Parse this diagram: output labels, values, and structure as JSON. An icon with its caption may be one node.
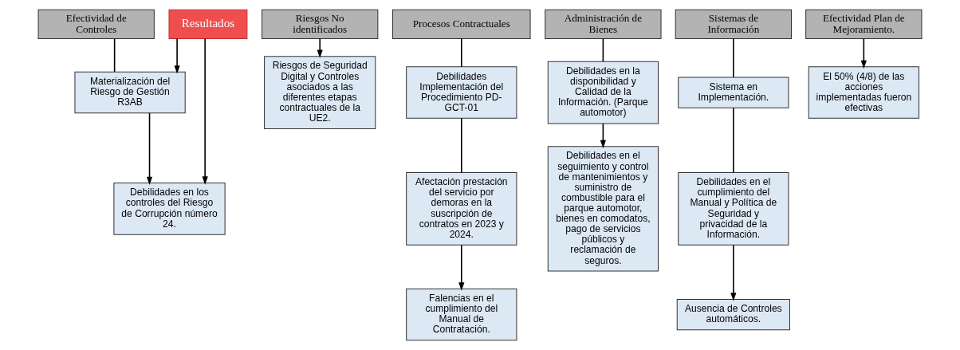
{
  "diagram": {
    "nodes": [
      {
        "text": [
          "Resultados"
        ]
      },
      {
        "text": [
          "Efectividad de Controles"
        ]
      },
      {
        "text": [
          "Materialización del Riesgo de Gestión R3AB"
        ]
      },
      {
        "text": [
          "Debilidades en los controles del Riesgo de Corrupción número 24."
        ]
      },
      {
        "text": [
          "Riesgos No identificados"
        ]
      },
      {
        "text": [
          "Riesgos de Seguridad Digital y Controles asociados a las diferentes etapas contractuales de la UE2."
        ]
      },
      {
        "text": [
          "Procesos Contractuales"
        ]
      },
      {
        "text": [
          "Debilidades Implementación del Procedimiento PD-GCT-01"
        ]
      },
      {
        "text": [
          "Afectación prestación del servicio por demoras en la suscripción de contratos en 2023 y 2024."
        ]
      },
      {
        "text": [
          "Falencias en el cumplimiento del Manual de Contratación."
        ]
      },
      {
        "text": [
          "Administración de Bienes"
        ]
      },
      {
        "text": [
          "Debilidades en la disponibilidad y Calidad de la Información. (Parque automotor)"
        ]
      },
      {
        "text": [
          "Debilidades en el seguimiento y control de mantenimientos y suministro de combustible para el parque automotor, bienes en comodatos, pago de servicios públicos y reclamación de seguros."
        ]
      },
      {
        "text": [
          "Sistemas de Información"
        ]
      },
      {
        "text": [
          "Sistema en Implementación."
        ]
      },
      {
        "text": [
          "Debilidades en el cumplimiento del Manual y Política de Seguridad y privacidad de la Información."
        ]
      },
      {
        "text": [
          "Ausencia de Controles automáticos."
        ]
      },
      {
        "text": [
          "Efectividad Plan de Mejoramiento."
        ]
      },
      {
        "text": [
          "El 50% (4/8) de las acciones implementadas fueron efectivas"
        ]
      }
    ],
    "edges": [
      {
        "from": 0,
        "to": 2,
        "arrow": "to"
      },
      {
        "from": 0,
        "to": 3,
        "arrow": "to"
      },
      {
        "from": 1,
        "to": 2,
        "arrow": "none"
      },
      {
        "from": 2,
        "to": 3,
        "arrow": "to"
      },
      {
        "from": 4,
        "to": 5,
        "arrow": "to"
      },
      {
        "from": 6,
        "to": 7,
        "arrow": "none"
      },
      {
        "from": 7,
        "to": 8,
        "arrow": "none"
      },
      {
        "from": 8,
        "to": 9,
        "arrow": "to"
      },
      {
        "from": 10,
        "to": 11,
        "arrow": "none"
      },
      {
        "from": 11,
        "to": 12,
        "arrow": "to"
      },
      {
        "from": 13,
        "to": 14,
        "arrow": "none"
      },
      {
        "from": 14,
        "to": 15,
        "arrow": "none"
      },
      {
        "from": 15,
        "to": 16,
        "arrow": "to"
      },
      {
        "from": 17,
        "to": 18,
        "arrow": "to"
      }
    ]
  }
}
